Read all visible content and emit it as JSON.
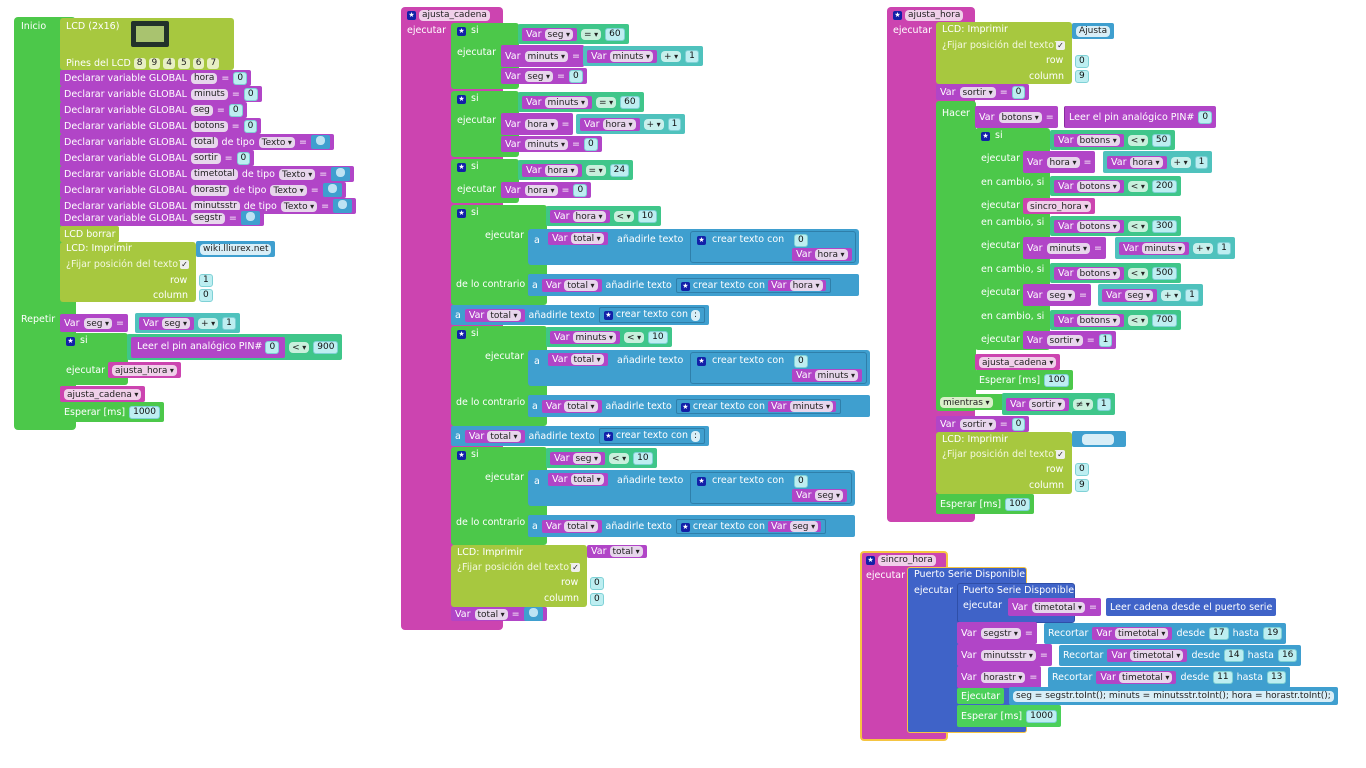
{
  "common": {
    "var": "Var",
    "si": "si",
    "ejecutar": "ejecutar",
    "eq": "=",
    "declare": "Declarar variable GLOBAL",
    "de_tipo": "de tipo",
    "texto_type": "Texto",
    "lcd_print": "LCD: Imprimir",
    "fix_pos": "¿Fijar posición del texto?",
    "row": "row",
    "column": "column",
    "wait": "Esperar [ms]",
    "a": "a",
    "append": "añadirle texto",
    "create_text": "crear texto con",
    "else": "de lo contrario",
    "else_if": "en cambio, si",
    "read_analog": "Leer el pin analógico PIN#",
    "check_mark": "✓",
    "star": "★"
  },
  "main_block": {
    "inicio_label": "Inicio",
    "lcd_label": "LCD (2x16)",
    "lcd_pins_label": "Pines del LCD",
    "lcd_pins": [
      "8",
      "9",
      "4",
      "5",
      "6",
      "7"
    ],
    "declarations": [
      {
        "name": "hora",
        "value": "0"
      },
      {
        "name": "minuts",
        "value": "0"
      },
      {
        "name": "seg",
        "value": "0"
      },
      {
        "name": "botons",
        "value": "0"
      },
      {
        "name": "total",
        "type": "Texto",
        "value": ""
      },
      {
        "name": "sortir",
        "value": "0"
      },
      {
        "name": "timetotal",
        "type": "Texto",
        "value": ""
      },
      {
        "name": "horastr",
        "type": "Texto",
        "value": ""
      },
      {
        "name": "minutsstr",
        "type": "Texto",
        "value": ""
      },
      {
        "name": "segstr",
        "value": ""
      }
    ],
    "lcd_clear": "LCD borrar",
    "print_text": "wiki.lliurex.net",
    "print_row": "1",
    "print_column": "0",
    "repetir_label": "Repetir",
    "loop_assign_var": "seg",
    "loop_add_op": "+",
    "loop_add_value": "1",
    "if_pin": "0",
    "if_op": "<",
    "if_value": "900",
    "if_call": "ajusta_hora",
    "call_cadena": "ajusta_cadena",
    "wait_value": "1000"
  },
  "ajusta_cadena": {
    "title": "ajusta_cadena",
    "if1": {
      "var": "seg",
      "op": "=",
      "value": "60",
      "assign_var": "minuts",
      "add_var": "minuts",
      "add_op": "+",
      "add_value": "1",
      "reset_var": "seg",
      "reset_value": "0"
    },
    "if2": {
      "var": "minuts",
      "op": "=",
      "value": "60",
      "assign_var": "hora",
      "add_var": "hora",
      "add_op": "+",
      "add_value": "1",
      "reset_var": "minuts",
      "reset_value": "0"
    },
    "if3": {
      "var": "hora",
      "op": "=",
      "value": "24",
      "reset_var": "hora",
      "reset_value": "0"
    },
    "if4": {
      "var": "hora",
      "op": "<",
      "value": "10",
      "target": "total",
      "pad": "0",
      "item": "hora"
    },
    "colon1": {
      "target": "total",
      "text": ":"
    },
    "if5": {
      "var": "minuts",
      "op": "<",
      "value": "10",
      "target": "total",
      "pad": "0",
      "item": "minuts"
    },
    "colon2": {
      "target": "total",
      "text": ":"
    },
    "if6": {
      "var": "seg",
      "op": "<",
      "value": "10",
      "target": "total",
      "pad": "0",
      "item": "seg"
    },
    "print_var": "total",
    "print_row": "0",
    "print_column": "0",
    "reset_var": "total",
    "reset_value": ""
  },
  "ajusta_hora": {
    "title": "ajusta_hora",
    "print_text": "Ajusta",
    "print_row": "0",
    "print_column": "9",
    "sortir_var": "sortir",
    "sortir_init": "0",
    "hacer_label": "Hacer",
    "read_var": "botons",
    "read_pin": "0",
    "branches": [
      {
        "cond_var": "botons",
        "op": "<",
        "value": "50",
        "action": "hora = hora + 1",
        "assign": "hora",
        "add_var": "hora",
        "add_op": "+",
        "add_value": "1"
      },
      {
        "cond_var": "botons",
        "op": "<",
        "value": "200",
        "call": "sincro_hora"
      },
      {
        "cond_var": "botons",
        "op": "<",
        "value": "300",
        "assign": "minuts",
        "add_var": "minuts",
        "add_op": "+",
        "add_value": "1"
      },
      {
        "cond_var": "botons",
        "op": "<",
        "value": "500",
        "assign": "seg",
        "add_var": "seg",
        "add_op": "+",
        "add_value": "1"
      },
      {
        "cond_var": "botons",
        "op": "<",
        "value": "700",
        "assign": "sortir",
        "assign_value": "1"
      }
    ],
    "call_cadena": "ajusta_cadena",
    "wait_inner": "100",
    "while_label": "mientras",
    "while_var": "sortir",
    "while_op": "≠",
    "while_value": "1",
    "reset_var": "sortir",
    "reset_value": "0",
    "print2_text": "",
    "print2_row": "0",
    "print2_column": "9",
    "wait_outer": "100"
  },
  "sincro_hora": {
    "title": "sincro_hora",
    "serial_available": "Puerto Serie Disponible",
    "read_target": "timetotal",
    "read_serial": "Leer cadena desde el puerto serie",
    "recortar": "Recortar",
    "desde": "desde",
    "hasta": "hasta",
    "substrings": [
      {
        "target": "segstr",
        "source": "timetotal",
        "from": "17",
        "to": "19"
      },
      {
        "target": "minutsstr",
        "source": "timetotal",
        "from": "14",
        "to": "16"
      },
      {
        "target": "horastr",
        "source": "timetotal",
        "from": "11",
        "to": "13"
      }
    ],
    "exec_label": "Ejecutar",
    "exec_code": "seg = segstr.toInt(); minuts = minutsstr.toInt(); hora = horastr.toInt();",
    "wait_value": "1000"
  }
}
